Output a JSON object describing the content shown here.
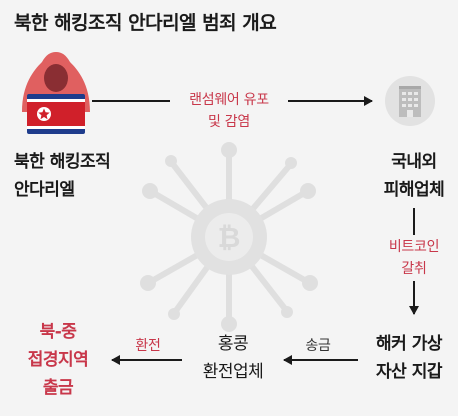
{
  "title": "북한 해킹조직 안다리엘 범죄 개요",
  "nodes": {
    "hacker": {
      "line1": "북한 해킹조직",
      "line2": "안다리엘"
    },
    "victim": {
      "line1": "국내외",
      "line2": "피해업체"
    },
    "wallet": {
      "line1": "해커 가상",
      "line2": "자산 지갑"
    },
    "exchange": {
      "line1": "홍콩",
      "line2": "환전업체"
    },
    "border": {
      "line1": "북-중",
      "line2": "접경지역",
      "line3": "출금"
    }
  },
  "edges": {
    "ransomware": {
      "line1": "랜섬웨어 유포",
      "line2": "및 감염"
    },
    "bitcoin": {
      "line1": "비트코인",
      "line2": "갈취"
    },
    "remit": {
      "label": "송금"
    },
    "convert": {
      "label": "환전"
    }
  },
  "icons": {
    "hacker": "hooded-hacker-icon",
    "building": "building-icon",
    "bitcoin": "bitcoin-virus-icon"
  },
  "colors": {
    "accent": "#c8374a",
    "hood": "#e06060",
    "flag_blue": "#1e3c8c",
    "flag_red": "#d0202a"
  }
}
